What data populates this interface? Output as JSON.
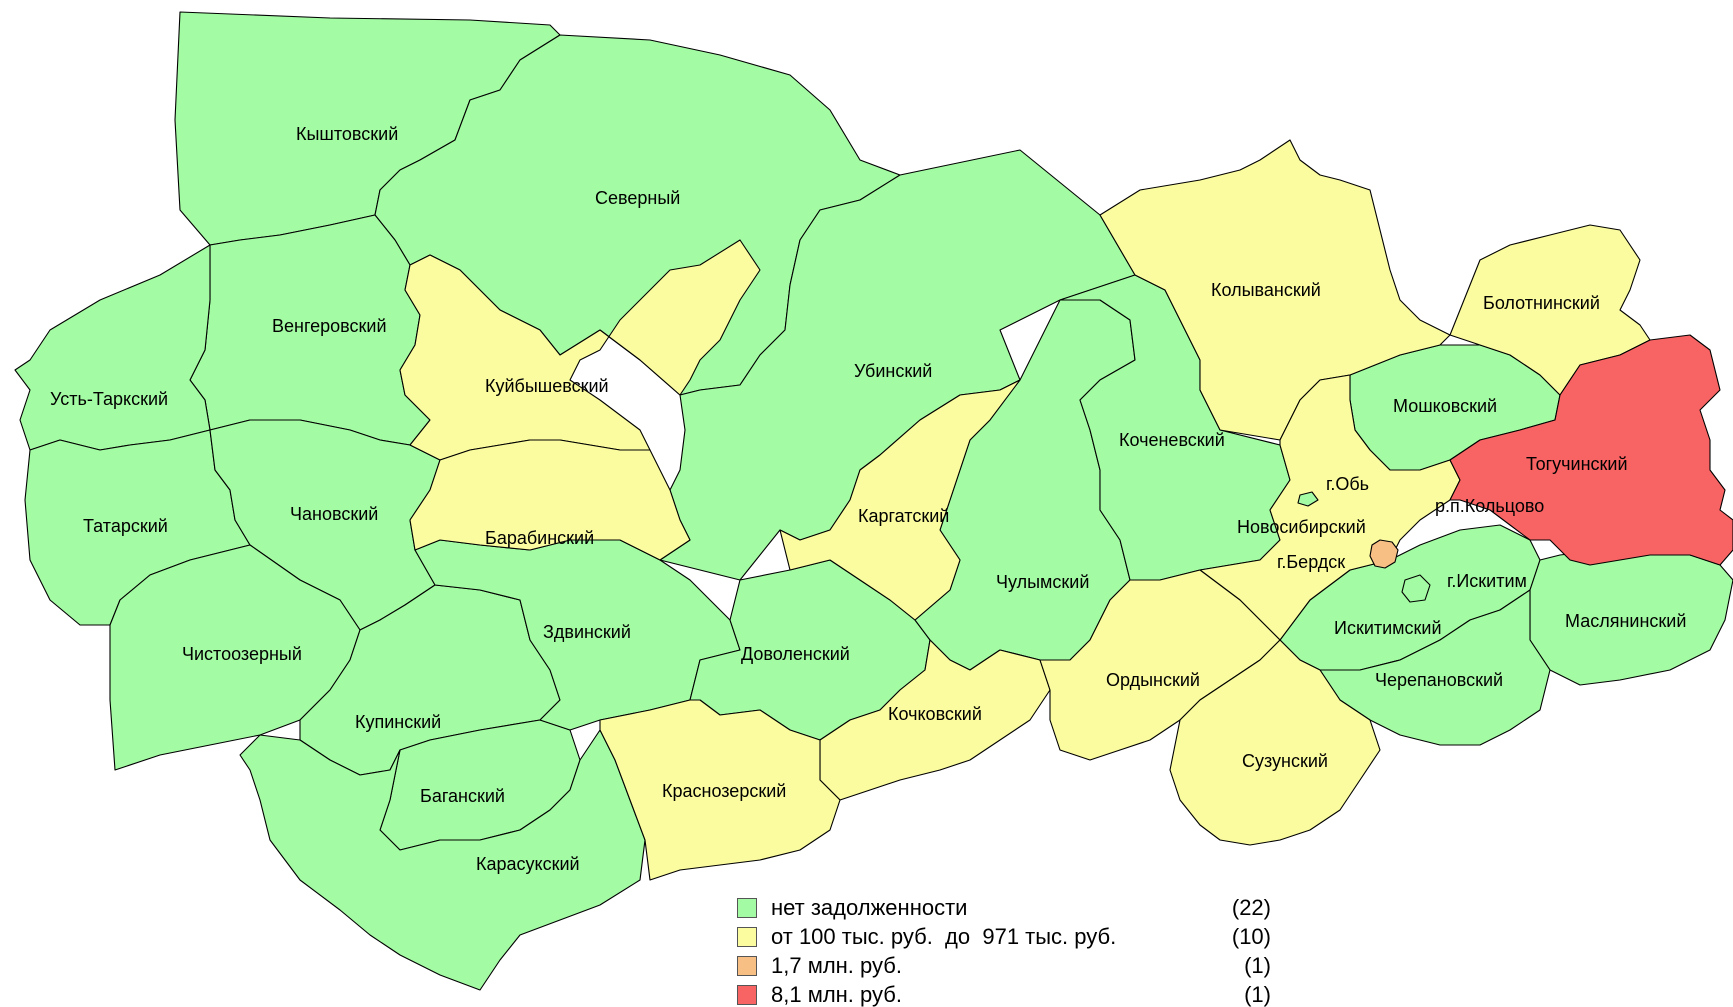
{
  "colors": {
    "none": "#a3fba3",
    "mid": "#fbfb9f",
    "high": "#f8bf85",
    "max": "#f86363",
    "border": "#000000",
    "background": "#ffffff"
  },
  "regions": {
    "kyshtovsky": "Кыштовский",
    "severny": "Северный",
    "vengerovsky": "Венгеровский",
    "ust_tarsky": "Усть-Таркский",
    "kuibyshevsky": "Куйбышевский",
    "ubinsky": "Убинский",
    "kolyvansky": "Колыванский",
    "bolotninsky": "Болотнинский",
    "moshkovsky": "Мошковский",
    "toguchinsky": "Тогучинский",
    "kochenevsky": "Коченевский",
    "g_ob": "г.Обь",
    "tatarsky": "Татарский",
    "chanovsky": "Чановский",
    "barabinsky": "Барабинский",
    "kargatsky": "Каргатский",
    "novosibirsky": "Новосибирский",
    "rp_koltsovo": "р.п.Кольцово",
    "g_berdsk": "г.Бердск",
    "g_iskitim": "г.Искитим",
    "chulymsky": "Чулымский",
    "zdvinsky": "Здвинский",
    "chistoozerny": "Чистоозерный",
    "dovolensky": "Доволенский",
    "iskitimsky": "Искитимский",
    "maslyaninsky": "Маслянинский",
    "ordynsky": "Ордынский",
    "cherepanovsky": "Черепановский",
    "kupinsky": "Купинский",
    "kochkovsky": "Кочковский",
    "suzunsky": "Сузунский",
    "krasnozersky": "Краснозерский",
    "bagansky": "Баганский",
    "karasuksky": "Карасукский"
  },
  "legend": {
    "items": [
      {
        "label": "нет задолженности",
        "count": "(22)",
        "color": "#a3fba3"
      },
      {
        "label": "от 100 тыс. руб.  до  971 тыс. руб.",
        "count": "(10)",
        "color": "#fbfb9f"
      },
      {
        "label": "1,7 млн. руб.",
        "count": "(1)",
        "color": "#f8bf85"
      },
      {
        "label": "8,1 млн. руб.",
        "count": "(1)",
        "color": "#f86363"
      }
    ]
  }
}
